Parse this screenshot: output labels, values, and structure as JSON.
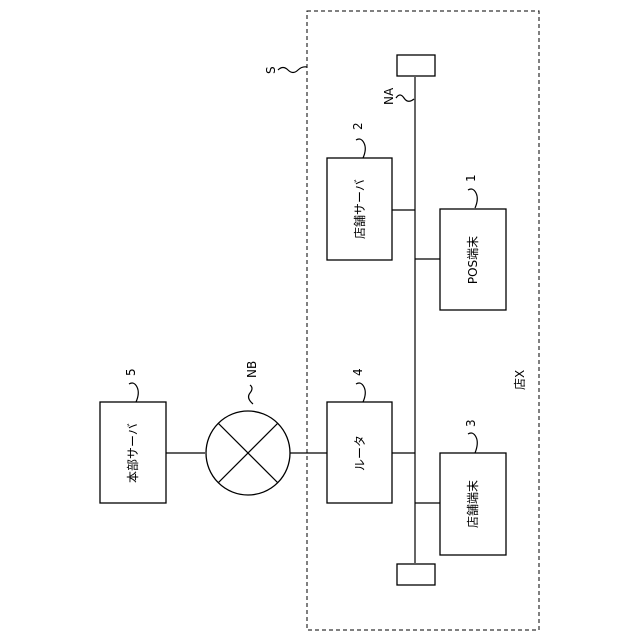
{
  "system_label": "S",
  "network_a_label": "NA",
  "network_b_label": "NB",
  "store_label": "店X",
  "nodes": {
    "store_server": {
      "text": "店舗サーバ",
      "ref": "2"
    },
    "pos_terminal": {
      "text": "POS端末",
      "ref": "1"
    },
    "router": {
      "text": "ルータ",
      "ref": "4"
    },
    "store_terminal": {
      "text": "店舗端末",
      "ref": "3"
    },
    "hq_server": {
      "text": "本部サーバ",
      "ref": "5"
    }
  }
}
